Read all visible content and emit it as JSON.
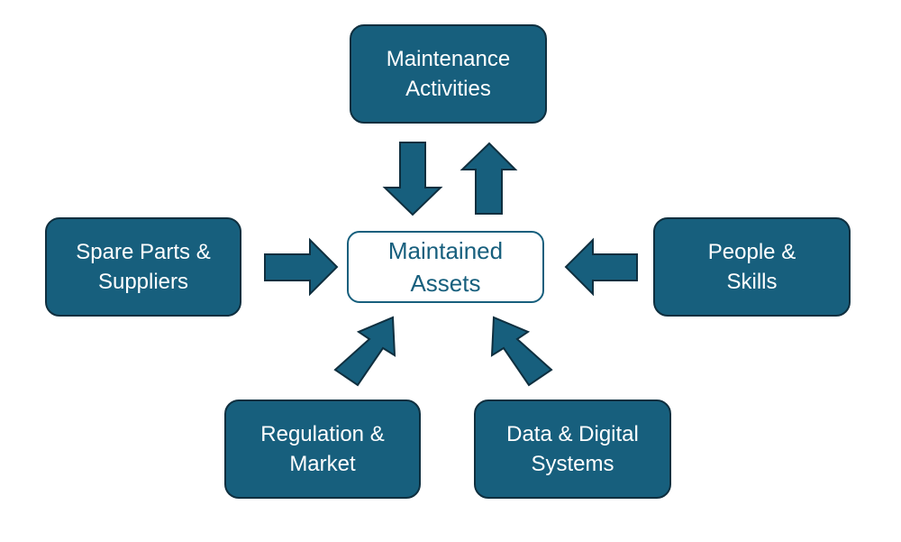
{
  "diagram": {
    "center": {
      "label": "Maintained\nAssets"
    },
    "nodes": {
      "maintenance": {
        "label": "Maintenance\nActivities"
      },
      "spare_parts": {
        "label": "Spare Parts &\nSuppliers"
      },
      "people": {
        "label": "People &\nSkills"
      },
      "regulation": {
        "label": "Regulation &\nMarket"
      },
      "data": {
        "label": "Data & Digital\nSystems"
      }
    },
    "colors": {
      "box_fill": "#175f7d",
      "box_border": "#0f2f3f",
      "center_border": "#175f7d",
      "center_text": "#175f7d",
      "label_text": "#ffffff"
    }
  }
}
